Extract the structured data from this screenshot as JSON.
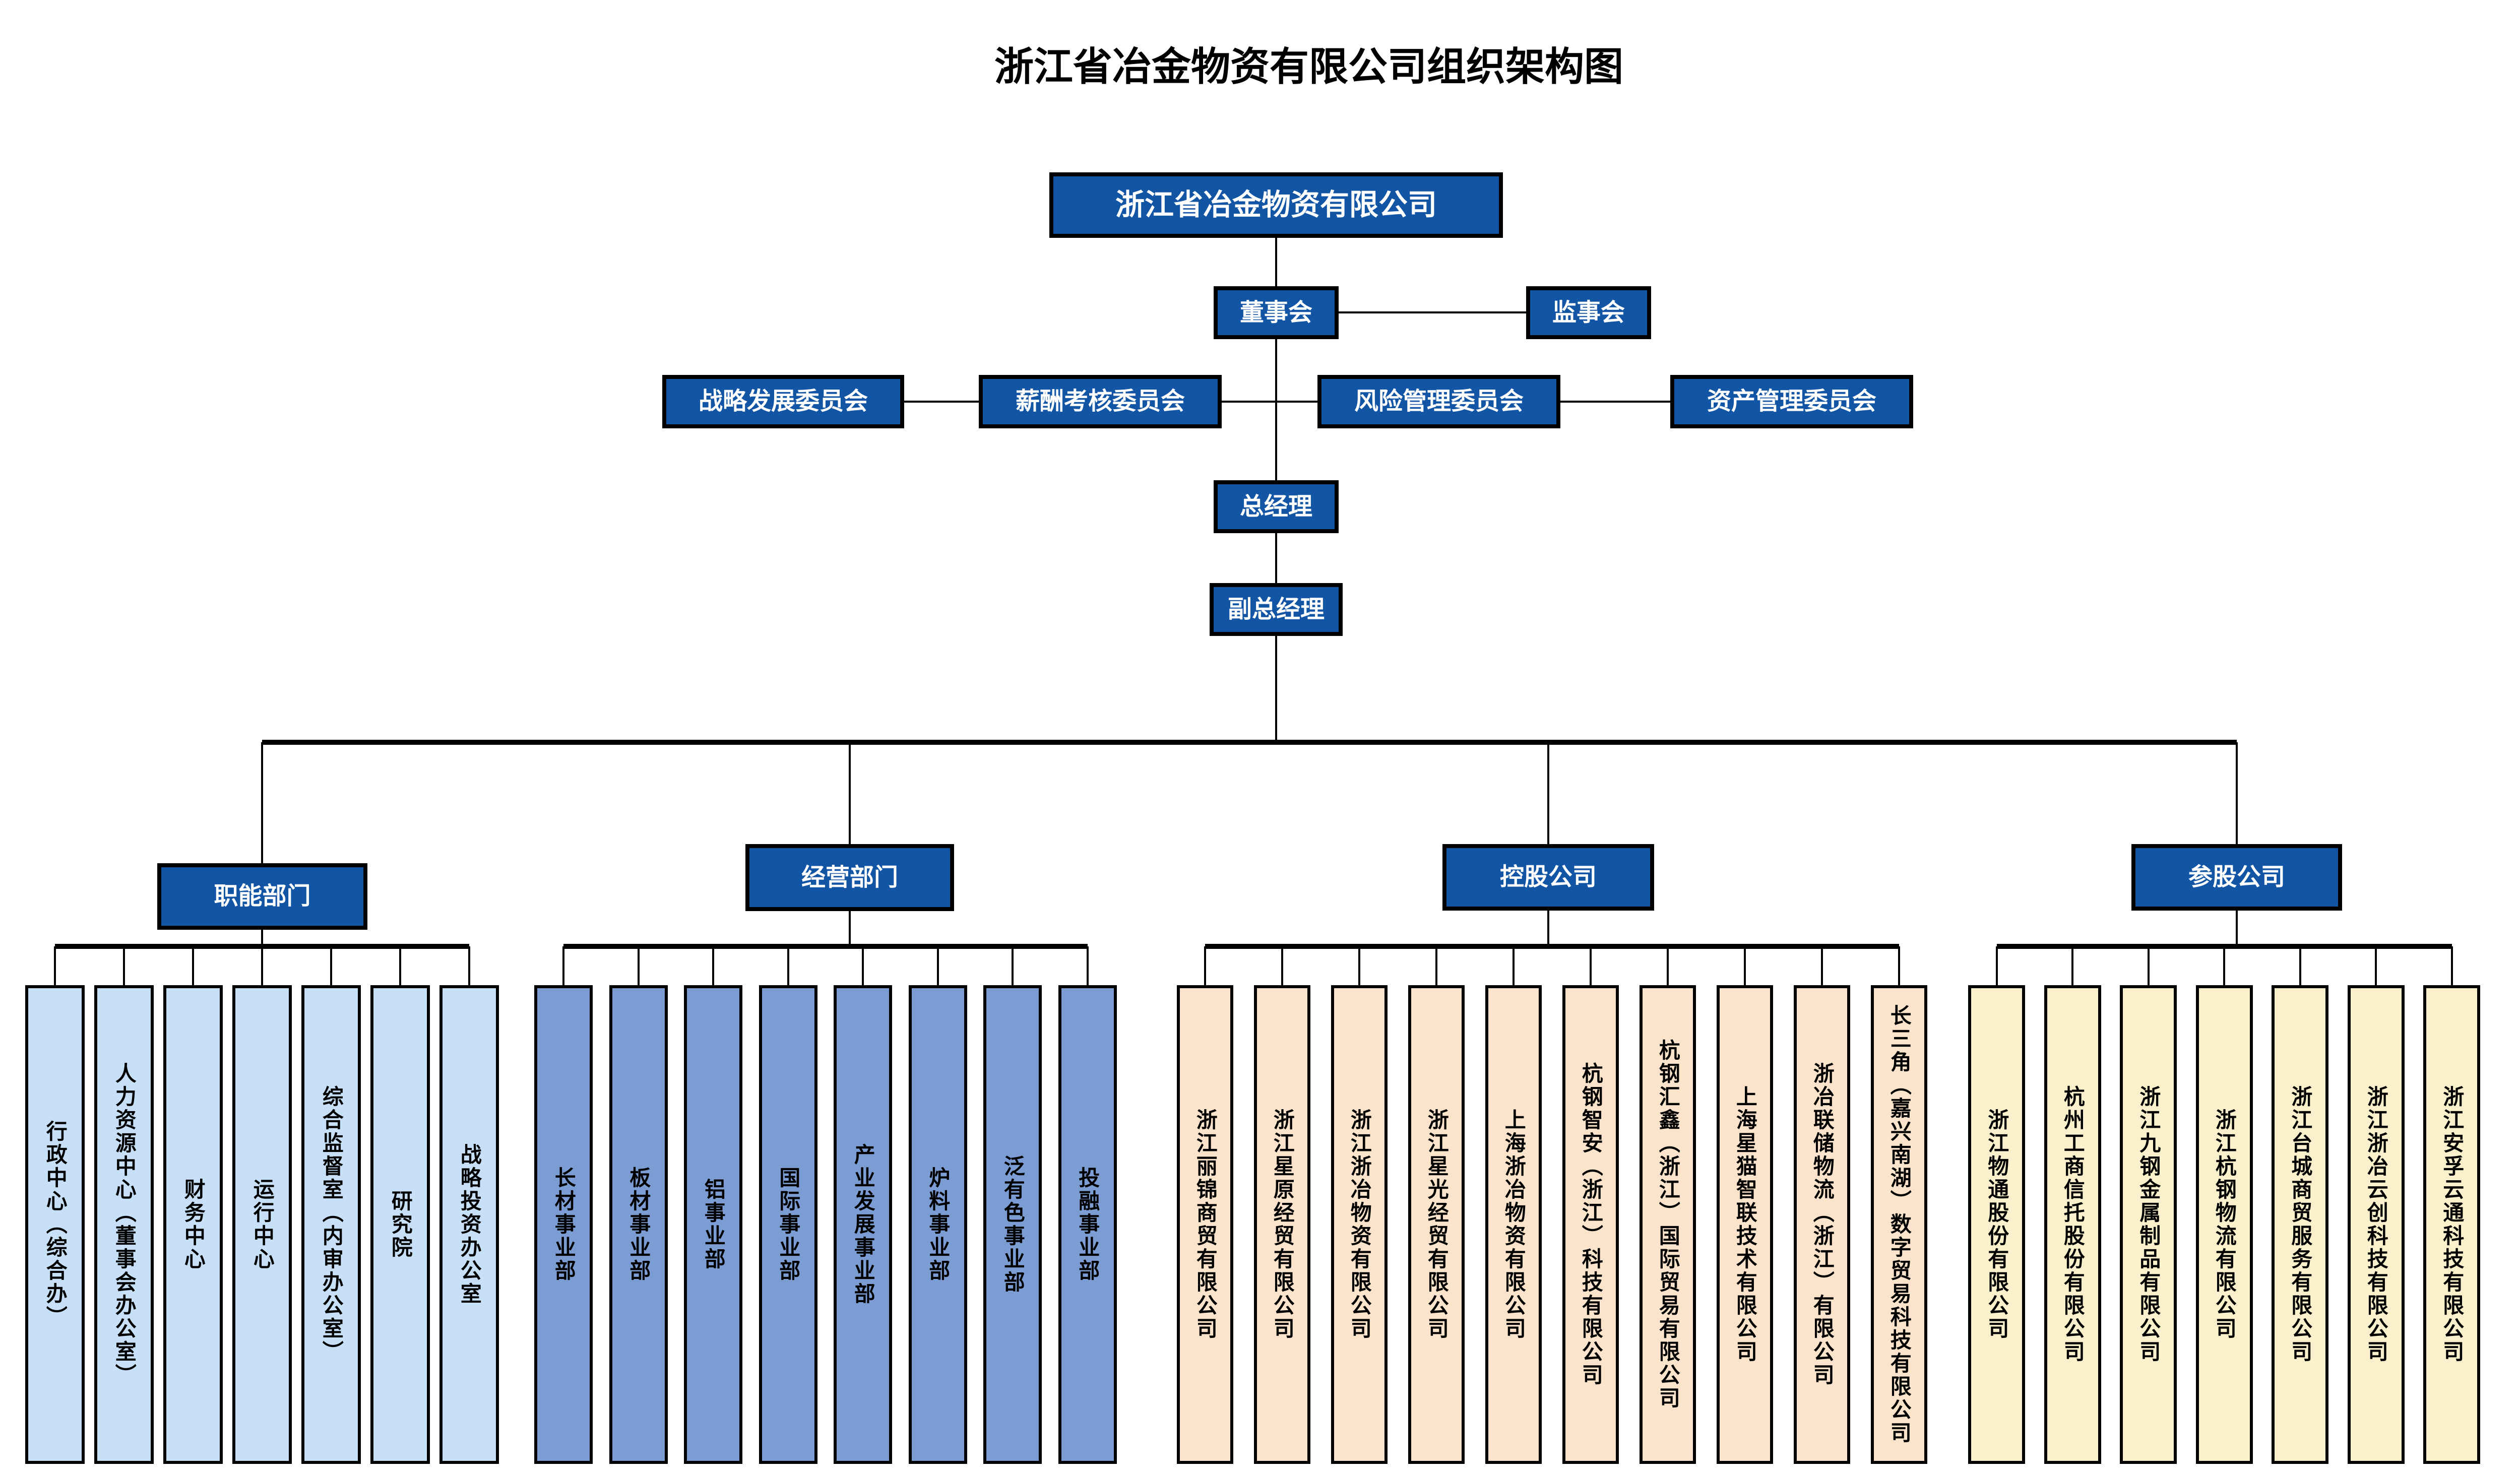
{
  "title": "浙江省冶金物资有限公司组织架构图",
  "colors": {
    "box_blue": "#1355A5",
    "functional_fill": "#C8E0F7",
    "business_fill": "#7C9DD4",
    "holding_fill": "#FBE4CB",
    "invested_fill": "#FAF0CB",
    "line": "#000000",
    "box_text": "#FFFFFF",
    "child_text": "#000000"
  },
  "root": {
    "label": "浙江省冶金物资有限公司"
  },
  "governance": {
    "board_label": "董事会",
    "supervisory_label": "监事会"
  },
  "committees": [
    {
      "label": "战略发展委员会"
    },
    {
      "label": "薪酬考核委员会"
    },
    {
      "label": "风险管理委员会"
    },
    {
      "label": "资产管理委员会"
    }
  ],
  "executives": {
    "general_manager_label": "总经理",
    "deputy_general_manager_label": "副总经理"
  },
  "groups": [
    {
      "label": "职能部门",
      "fill": "#C8E0F7",
      "children": [
        "行政中心（综合办）",
        "人力资源中心（董事会办公室）",
        "财务中心",
        "运行中心",
        "综合监督室（内审办公室）",
        "研究院",
        "战略投资办公室"
      ]
    },
    {
      "label": "经营部门",
      "fill": "#7C9DD4",
      "children": [
        "长材事业部",
        "板材事业部",
        "铝事业部",
        "国际事业部",
        "产业发展事业部",
        "炉料事业部",
        "泛有色事业部",
        "投融事业部"
      ]
    },
    {
      "label": "控股公司",
      "fill": "#FBE4CB",
      "children": [
        "浙江丽锦商贸有限公司",
        "浙江星原经贸有限公司",
        "浙江浙冶物资有限公司",
        "浙江星光经贸有限公司",
        "上海浙冶物资有限公司",
        "杭钢智安（浙江）科技有限公司",
        "杭钢汇鑫（浙江）国际贸易有限公司",
        "上海星猫智联技术有限公司",
        "浙冶联储物流（浙江）有限公司",
        "长三角（嘉兴南湖）数字贸易科技有限公司"
      ]
    },
    {
      "label": "参股公司",
      "fill": "#FAF0CB",
      "children": [
        "浙江物通股份有限公司",
        "杭州工商信托股份有限公司",
        "浙江九钢金属制品有限公司",
        "浙江杭钢物流有限公司",
        "浙江台城商贸服务有限公司",
        "浙江浙冶云创科技有限公司",
        "浙江安孚云通科技有限公司"
      ]
    }
  ]
}
